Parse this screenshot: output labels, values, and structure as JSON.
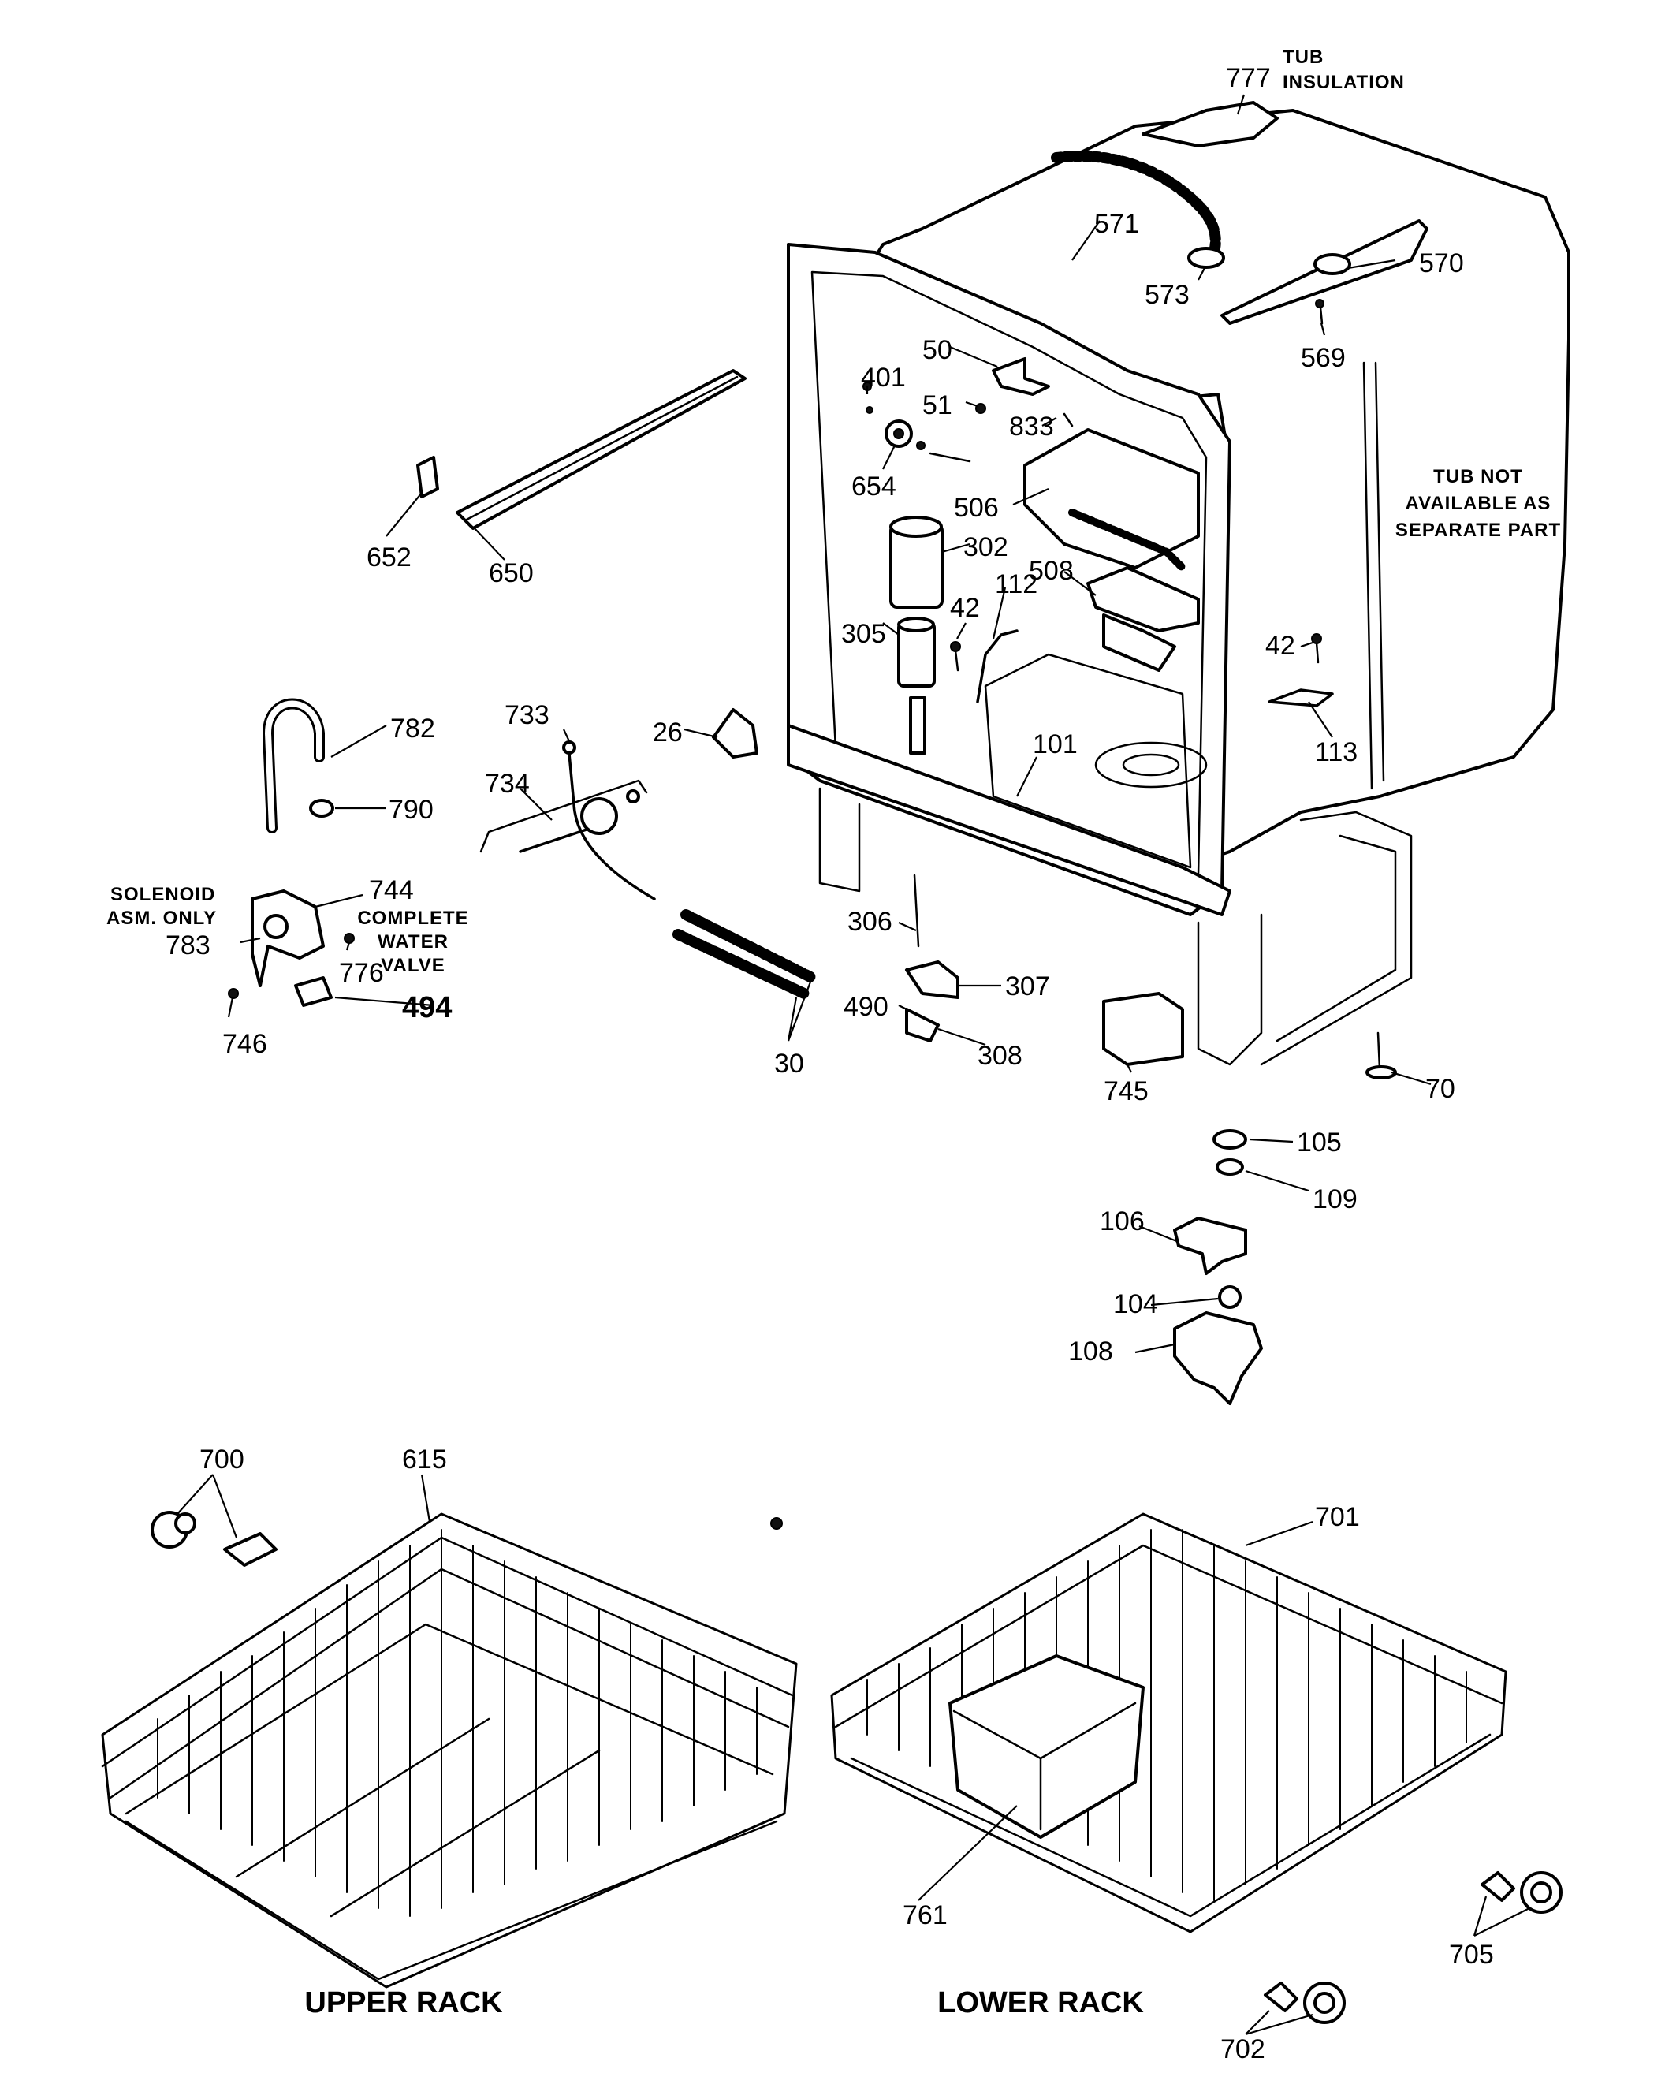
{
  "callouts": {
    "n777": "777",
    "tub_insulation_1": "TUB",
    "tub_insulation_2": "INSULATION",
    "n571": "571",
    "n573": "573",
    "n570": "570",
    "n569": "569",
    "n50": "50",
    "n401": "401",
    "n51": "51",
    "n833": "833",
    "n654": "654",
    "n506": "506",
    "n302": "302",
    "n508": "508",
    "n112": "112",
    "n42a": "42",
    "n305": "305",
    "n42b": "42",
    "n113": "113",
    "n101": "101",
    "n26": "26",
    "n733": "733",
    "n734": "734",
    "n782": "782",
    "n790": "790",
    "n744": "744",
    "n783": "783",
    "n776": "776",
    "n746": "746",
    "n494": "494",
    "n652": "652",
    "n650": "650",
    "n306": "306",
    "n307": "307",
    "n490": "490",
    "n308": "308",
    "n30": "30",
    "n745": "745",
    "n70": "70",
    "n105": "105",
    "n109": "109",
    "n106": "106",
    "n104": "104",
    "n108": "108",
    "n700": "700",
    "n615": "615",
    "n701": "701",
    "n761": "761",
    "n705": "705",
    "n702": "702"
  },
  "notes": {
    "tub_not_1": "TUB NOT",
    "tub_not_2": "AVAILABLE AS",
    "tub_not_3": "SEPARATE PART",
    "solenoid_1": "SOLENOID",
    "solenoid_2": "ASM. ONLY",
    "complete_1": "COMPLETE",
    "complete_2": "WATER",
    "complete_3": "VALVE"
  },
  "section_labels": {
    "upper_rack": "UPPER RACK",
    "lower_rack": "LOWER RACK"
  }
}
